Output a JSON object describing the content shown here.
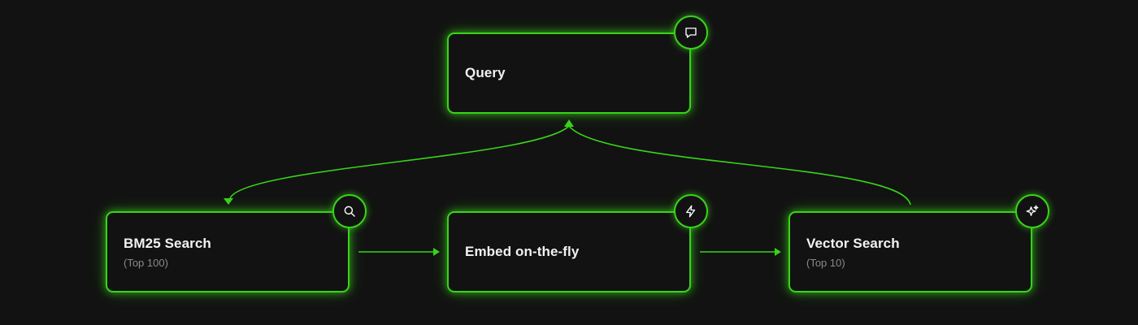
{
  "colors": {
    "background": "#121212",
    "accent": "#39d31b",
    "title_text": "#f2f2f2",
    "subtitle_text": "#8a8a8a"
  },
  "nodes": {
    "query": {
      "title": "Query",
      "icon": "chat-bubble-icon"
    },
    "bm25": {
      "title": "BM25 Search",
      "subtitle": "(Top 100)",
      "icon": "search-icon"
    },
    "embed": {
      "title": "Embed on-the-fly",
      "icon": "lightning-icon"
    },
    "vector": {
      "title": "Vector Search",
      "subtitle": "(Top 10)",
      "icon": "sparkles-icon"
    }
  },
  "edges": [
    {
      "from": "query",
      "to": "bm25"
    },
    {
      "from": "bm25",
      "to": "embed"
    },
    {
      "from": "embed",
      "to": "vector"
    },
    {
      "from": "vector",
      "to": "query"
    }
  ]
}
